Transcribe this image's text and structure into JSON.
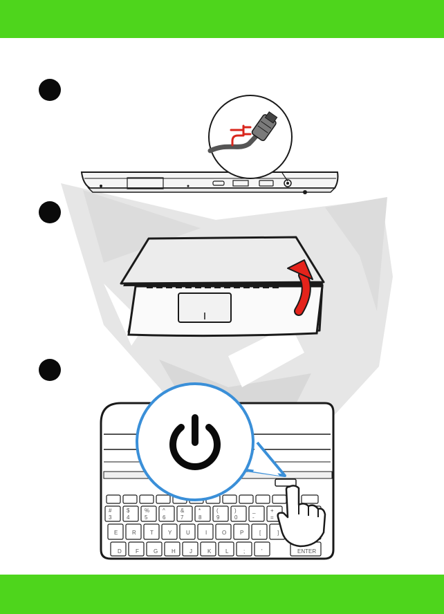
{
  "steps": [
    {
      "icon": "power-plug-icon"
    },
    {
      "icon": "open-lid-icon"
    },
    {
      "icon": "power-button-icon"
    }
  ],
  "keyboard": {
    "row_numbers": [
      "3",
      "4",
      "5",
      "6",
      "7",
      "8",
      "9",
      "0",
      "-",
      "="
    ],
    "row_numbers_shift": [
      "#",
      "$",
      "%",
      "^",
      "&",
      "*",
      "(",
      ")",
      "_",
      "+"
    ],
    "row_letters": [
      "E",
      "R",
      "T",
      "Y",
      "U",
      "I",
      "O",
      "P",
      "[",
      "]",
      "\\"
    ],
    "row_home": [
      "D",
      "F",
      "G",
      "H",
      "J",
      "K",
      "L",
      ";",
      "'"
    ],
    "enter_label": "ENTER"
  },
  "colors": {
    "accent_green": "#4ed51c",
    "plug_red": "#d9261c",
    "callout_blue": "#3a8fd8",
    "arrow_red": "#e5231b"
  }
}
